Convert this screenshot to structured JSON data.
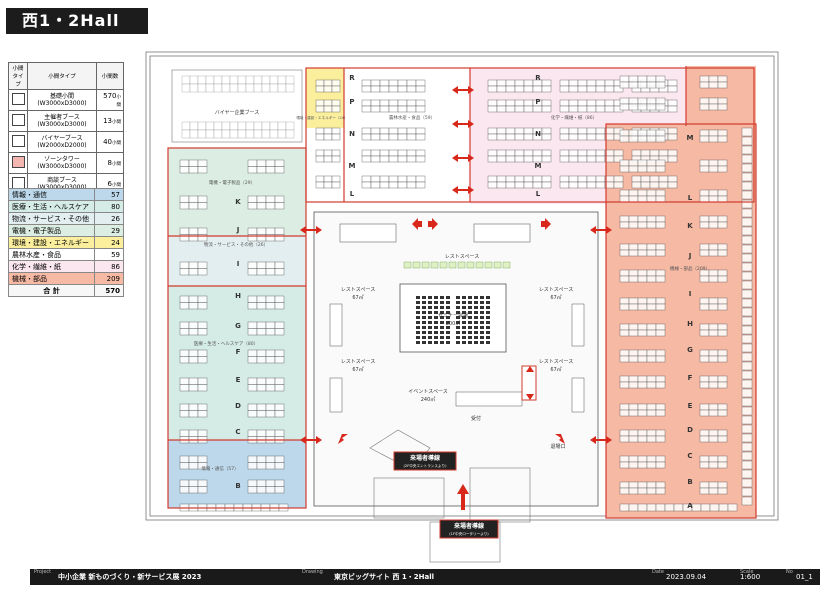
{
  "title": "西1・2Hall",
  "legend": {
    "headers": [
      "小間タイプ",
      "小間タイプ",
      "小間数"
    ],
    "rows": [
      {
        "name": "基礎小間",
        "size": "(W3000xD3000)",
        "count": "570",
        "unit": "小間",
        "color": "#ffffff"
      },
      {
        "name": "主催者ブース",
        "size": "(W3000xD3000)",
        "count": "13",
        "unit": "小間",
        "color": "#ffffff"
      },
      {
        "name": "バイヤーブース",
        "size": "(W2000xD2000)",
        "count": "40",
        "unit": "小間",
        "color": "#ffffff"
      },
      {
        "name": "ゾーンタワー",
        "size": "(W3000xD3000)",
        "count": "8",
        "unit": "小間",
        "color": "#f4b6b0"
      },
      {
        "name": "商談ブース",
        "size": "(W3000xD3000)",
        "count": "6",
        "unit": "小間",
        "color": "#ffffff"
      }
    ]
  },
  "categories": [
    {
      "name": "情報・通信",
      "count": "57",
      "color": "#bcd8ea"
    },
    {
      "name": "医療・生活・ヘルスケア",
      "count": "80",
      "color": "#d4ebe6"
    },
    {
      "name": "物流・サービス・その他",
      "count": "26",
      "color": "#e2eef0"
    },
    {
      "name": "電機・電子製品",
      "count": "29",
      "color": "#dceee4"
    },
    {
      "name": "環境・建設・エネルギー",
      "count": "24",
      "color": "#fbef9d"
    },
    {
      "name": "農林水産・食品",
      "count": "59",
      "color": "#ffffff"
    },
    {
      "name": "化学・繊維・紙",
      "count": "86",
      "color": "#fbe7ef"
    },
    {
      "name": "機械・部品",
      "count": "209",
      "color": "#f6b9a4"
    }
  ],
  "total": {
    "label": "合 計",
    "count": "570"
  },
  "plan": {
    "buyer_label": "バイヤー企業ブース",
    "rest_label": "レストスペース",
    "rest_area": "67㎡",
    "seminar_label": "セミナー会場",
    "seminar_area": "200㎡",
    "event_label": "イベントスペース",
    "event_area": "240㎡",
    "reception": "受付",
    "exit_label": "退場口",
    "entry1": "来場者導線",
    "entry1_sub": "(2F中央エントランスより)",
    "entry2": "来場者導線",
    "entry2_sub": "(1F中央ロータリーより)",
    "zone_it": "情報・通信（57）",
    "zone_med": "医療・生活・ヘルスケア（80）",
    "zone_svc": "物流・サービス・その他（26）",
    "zone_elec": "電機・電子製品（29）",
    "zone_env": "環境・建設・エネルギー（24）",
    "zone_food": "農林水産・食品（59）",
    "zone_chem": "化学・繊維・紙（86）",
    "zone_mach": "機械・部品（209）",
    "rows_left": [
      "K",
      "J",
      "I",
      "H",
      "G",
      "F",
      "E",
      "D",
      "C",
      "B"
    ],
    "rows_left_top": [
      "L",
      "M",
      "N",
      "P",
      "R"
    ],
    "rows_right": [
      "M",
      "L",
      "K",
      "J",
      "I",
      "H",
      "G",
      "F",
      "E",
      "D",
      "C",
      "B",
      "A"
    ],
    "rows_center": [
      "R",
      "P",
      "N",
      "M",
      "L"
    ]
  },
  "footer": {
    "project_label": "Project",
    "project": "中小企業 新ものづくり・新サービス展 2023",
    "drawing_label": "Drawing",
    "drawing": "東京ビッグサイト 西 1・2Hall",
    "date_label": "Date",
    "date": "2023.09.04",
    "scale_label": "Scale",
    "scale": "1:600",
    "no_label": "No",
    "no": "01_1"
  },
  "colors": {
    "it": "#bcd8ea",
    "med": "#d4ebe6",
    "env": "#fbef9d",
    "chem": "#fbe7ef",
    "mach": "#f6b9a4",
    "walls": "#d23a2e"
  }
}
